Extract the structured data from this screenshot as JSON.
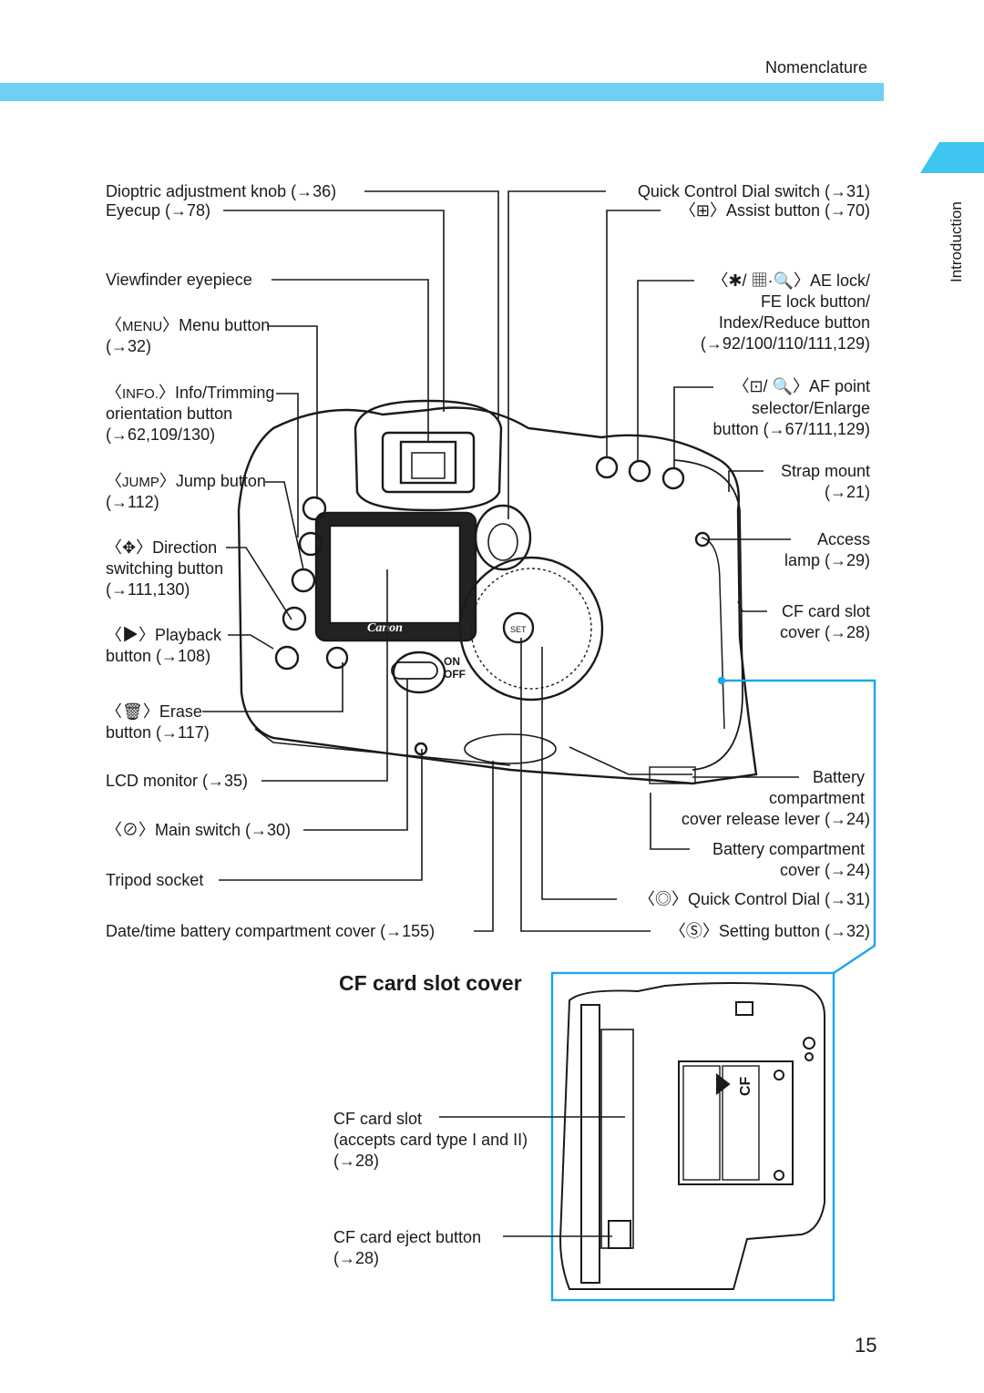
{
  "header": {
    "section": "Nomenclature",
    "sidebar_tab": "Introduction",
    "page_number": "15"
  },
  "colors": {
    "accent_bar": "#6fd0f2",
    "tab": "#3ec6f0",
    "callout_box": "#1aa7e8"
  },
  "left_labels": [
    {
      "id": "dioptric",
      "lines": [
        "Dioptric adjustment knob (→36)"
      ]
    },
    {
      "id": "eyecup",
      "lines": [
        "Eyecup (→78)"
      ]
    },
    {
      "id": "eyepiece",
      "lines": [
        "Viewfinder eyepiece"
      ]
    },
    {
      "id": "menu",
      "icon": "MENU",
      "lines": [
        "Menu button",
        "(→32)"
      ]
    },
    {
      "id": "info",
      "icon": "INFO.",
      "lines": [
        "Info/Trimming",
        "orientation button",
        "(→62,109/130)"
      ]
    },
    {
      "id": "jump",
      "icon": "JUMP",
      "lines": [
        "Jump button",
        "(→112)"
      ]
    },
    {
      "id": "direction",
      "icon": "direction-icon",
      "lines": [
        "Direction",
        "switching button",
        "(→111,130)"
      ]
    },
    {
      "id": "playback",
      "icon": "playback-icon",
      "lines": [
        "Playback",
        "button (→108)"
      ]
    },
    {
      "id": "erase",
      "icon": "trash-icon",
      "lines": [
        "Erase",
        "button (→117)"
      ]
    },
    {
      "id": "lcd",
      "lines": [
        "LCD monitor (→35)"
      ]
    },
    {
      "id": "mainsw",
      "icon": "main-switch-icon",
      "lines": [
        "Main switch (→30)"
      ]
    },
    {
      "id": "tripod",
      "lines": [
        "Tripod socket"
      ]
    },
    {
      "id": "datebatt",
      "lines": [
        "Date/time battery compartment cover (→155)"
      ]
    }
  ],
  "right_labels": [
    {
      "id": "qcdswitch",
      "lines": [
        "Quick Control Dial switch (→31)"
      ]
    },
    {
      "id": "assist",
      "icon": "assist-icon",
      "lines": [
        "Assist button (→70)"
      ]
    },
    {
      "id": "aelock",
      "icon": "ae-lock-icon",
      "lines": [
        "AE lock/",
        "FE lock button/",
        "Index/Reduce button",
        "(→92/100/110/111,129)"
      ]
    },
    {
      "id": "afpoint",
      "icon": "af-point-icon",
      "lines": [
        "AF point",
        "selector/Enlarge",
        "button (→67/111,129)"
      ]
    },
    {
      "id": "strap",
      "lines": [
        "Strap mount",
        "(→21)"
      ]
    },
    {
      "id": "access",
      "lines": [
        "Access",
        "lamp (→29)"
      ]
    },
    {
      "id": "cfcover",
      "lines": [
        "CF card slot",
        "cover (→28)"
      ]
    },
    {
      "id": "battlever",
      "lines": [
        "Battery",
        "compartment",
        "cover release lever (→24)"
      ]
    },
    {
      "id": "battcover",
      "lines": [
        "Battery compartment",
        "cover (→24)"
      ]
    },
    {
      "id": "qcd",
      "icon": "dial-icon",
      "lines": [
        "Quick Control Dial (→31)"
      ]
    },
    {
      "id": "setbtn",
      "icon": "set-icon",
      "lines": [
        "Setting button (→32)"
      ]
    }
  ],
  "camera_markings": {
    "brand": "Canon",
    "set": "SET",
    "on": "ON",
    "off": "OFF"
  },
  "inset": {
    "title": "CF card slot cover",
    "labels": [
      {
        "id": "cfslot",
        "lines": [
          "CF card slot",
          "(accepts card type I and II)",
          "(→28)"
        ]
      },
      {
        "id": "eject",
        "lines": [
          "CF card eject button",
          "(→28)"
        ]
      }
    ],
    "card_marking": "CF"
  }
}
